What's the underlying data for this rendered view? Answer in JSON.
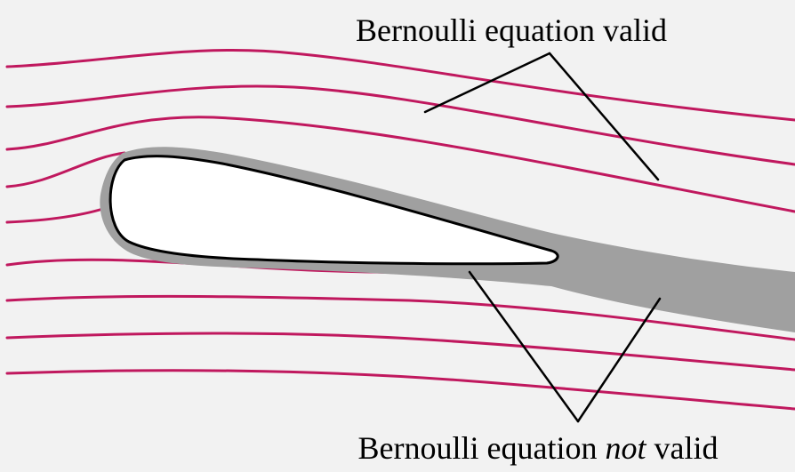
{
  "labels": {
    "top": "Bernoulli equation valid",
    "bottom_prefix": "Bernoulli equation ",
    "bottom_emphasis": "not",
    "bottom_suffix": " valid"
  },
  "colors": {
    "background": "#f2f2f2",
    "streamline": "#c0185e",
    "boundary_layer": "#a0a0a0",
    "airfoil_fill": "#ffffff",
    "outline": "#000000",
    "leader_line": "#000000"
  }
}
